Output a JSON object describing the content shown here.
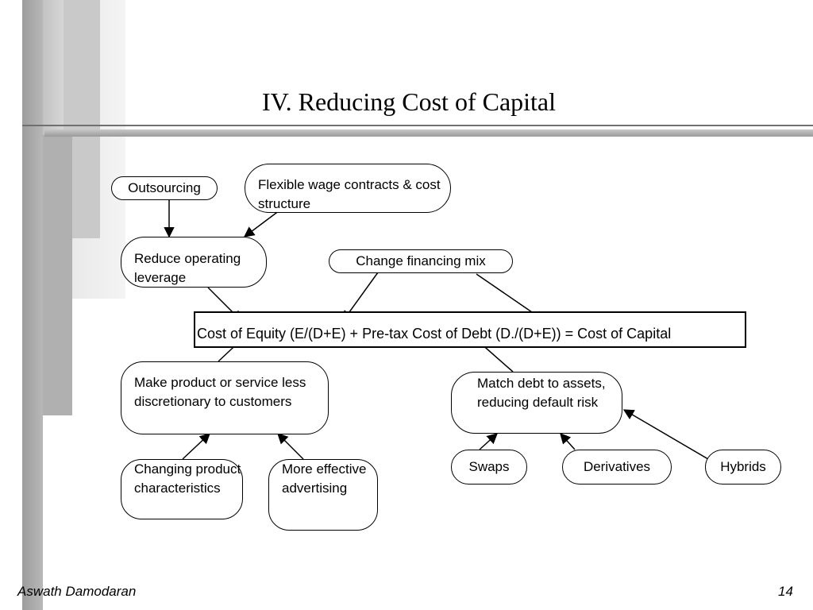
{
  "title": "IV. Reducing Cost of Capital",
  "nodes": {
    "outsourcing": "Outsourcing",
    "flexible_wage": "Flexible wage contracts & cost structure",
    "reduce_operating": "Reduce operating leverage",
    "change_financing": "Change financing mix",
    "cost_formula": "Cost of Equity (E/(D+E) + Pre-tax Cost of Debt (D./(D+E)) = Cost of Capital",
    "make_product": "Make product or service less discretionary to customers",
    "match_debt": "Match debt to assets, reducing default risk",
    "changing_product": "Changing product characteristics",
    "more_effective": "More effective advertising",
    "swaps": "Swaps",
    "derivatives": "Derivatives",
    "hybrids": "Hybrids"
  },
  "footer": {
    "author": "Aswath Damodaran",
    "page": "14"
  },
  "colors": {
    "bar_dark": "#a0a0a0",
    "bar_light": "#d8d8d8",
    "line": "#000000"
  }
}
